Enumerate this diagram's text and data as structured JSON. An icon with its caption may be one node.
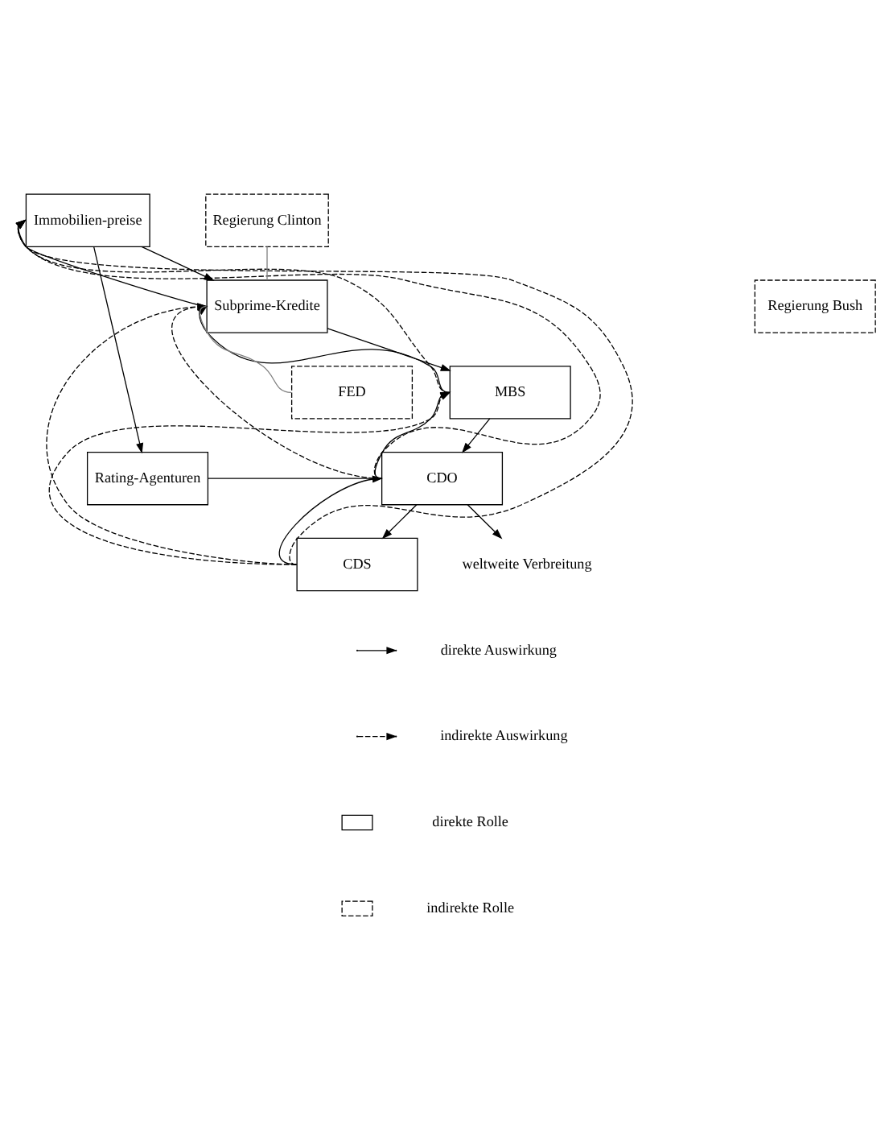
{
  "diagram": {
    "nodes": [
      {
        "text": [
          "Immobilien-preise"
        ]
      },
      {
        "text": [
          "Subprime-Kredite"
        ]
      },
      {
        "text": [
          "MBS"
        ]
      },
      {
        "text": [
          "CDO"
        ]
      },
      {
        "text": [
          "CDS"
        ]
      },
      {
        "text": [
          "Regierung Clinton"
        ]
      },
      {
        "text": [
          "Regierung Bush"
        ]
      },
      {
        "text": [
          "FED"
        ]
      },
      {
        "text": [
          "Rating-Agenturen"
        ]
      },
      {
        "text": [
          "weltweite Verbreitung"
        ]
      }
    ],
    "edges": [
      {
        "from": 0,
        "to": 1,
        "arrow": "to"
      },
      {
        "from": 0,
        "to": 8,
        "arrow": "to"
      },
      {
        "from": 5,
        "to": 1,
        "arrow": "none",
        "color": "#808080"
      },
      {
        "from": 7,
        "to": 1,
        "arrow": "none",
        "color": "#808080"
      },
      {
        "from": 1,
        "to": 2,
        "arrow": "to"
      },
      {
        "from": 2,
        "to": 3,
        "arrow": "to"
      },
      {
        "from": 3,
        "to": 4,
        "arrow": "to"
      },
      {
        "from": 8,
        "to": 3,
        "arrow": "none"
      },
      {
        "from": 3,
        "to": 9,
        "arrow": "to"
      },
      {
        "from": 1,
        "to": 0,
        "arrow": "to"
      },
      {
        "from": 2,
        "to": 1,
        "arrow": "to"
      },
      {
        "from": 3,
        "to": 2,
        "arrow": "to"
      },
      {
        "from": 4,
        "to": 3,
        "arrow": "to"
      },
      {
        "from": 2,
        "to": 0,
        "arrow": "to",
        "style": "dashed"
      },
      {
        "from": 3,
        "to": 0,
        "arrow": "to",
        "style": "dashed"
      },
      {
        "from": 4,
        "to": 0,
        "arrow": "to",
        "style": "dashed"
      },
      {
        "from": 3,
        "to": 1,
        "arrow": "to",
        "style": "dashed"
      },
      {
        "from": 4,
        "to": 1,
        "arrow": "to",
        "style": "dashed"
      },
      {
        "from": 4,
        "to": 2,
        "arrow": "to",
        "style": "dashed"
      }
    ],
    "legend": [
      {
        "text": "direkte Auswirkung"
      },
      {
        "text": "indirekte Auswirkung"
      },
      {
        "text": "direkte Rolle"
      },
      {
        "text": "indirekte Rolle"
      }
    ]
  }
}
